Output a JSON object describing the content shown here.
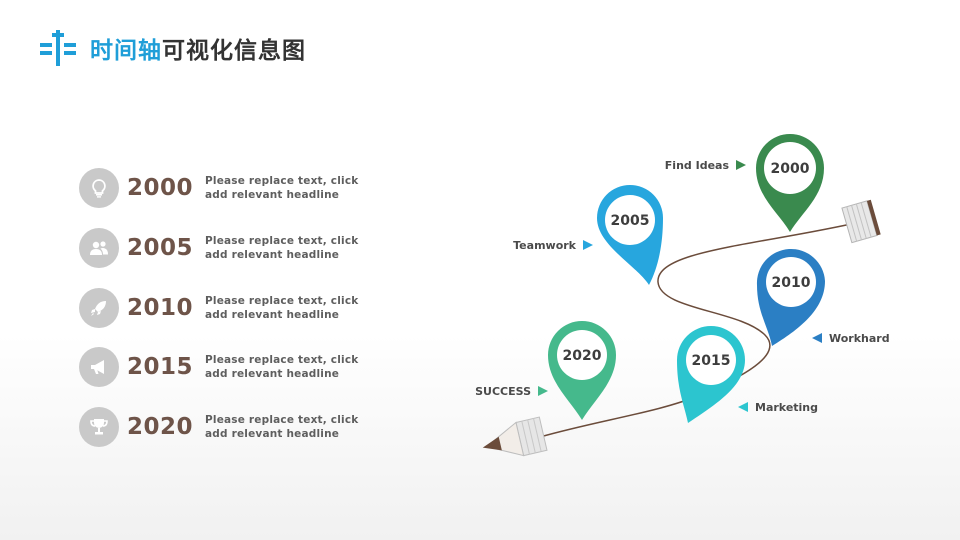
{
  "header": {
    "title_accent": "时间轴",
    "title_rest": "可视化信息图",
    "accent_color": "#1f9ed8"
  },
  "timeline_list": [
    {
      "year": "2000",
      "icon": "lightbulb-icon",
      "text": "Please replace text, click\nadd relevant headline"
    },
    {
      "year": "2005",
      "icon": "users-icon",
      "text": "Please replace text, click\nadd relevant headline"
    },
    {
      "year": "2010",
      "icon": "rocket-icon",
      "text": "Please replace text, click\nadd relevant headline"
    },
    {
      "year": "2015",
      "icon": "megaphone-icon",
      "text": "Please replace text, click\nadd relevant headline"
    },
    {
      "year": "2020",
      "icon": "trophy-icon",
      "text": "Please replace text, click\nadd relevant headline"
    }
  ],
  "pins": [
    {
      "year": "2000",
      "label": "Find Ideas",
      "color": "#3a8a4e"
    },
    {
      "year": "2005",
      "label": "Teamwork",
      "color": "#27a6de"
    },
    {
      "year": "2010",
      "label": "Workhard",
      "color": "#2b7fc4"
    },
    {
      "year": "2015",
      "label": "Marketing",
      "color": "#2cc5cf"
    },
    {
      "year": "2020",
      "label": "SUCCESS",
      "color": "#45b98c"
    }
  ],
  "colors": {
    "icon_circle": "#c9c9c9",
    "year_text": "#6e5449",
    "body_text": "#5e5e5e",
    "path_line": "#6b4c3b"
  }
}
